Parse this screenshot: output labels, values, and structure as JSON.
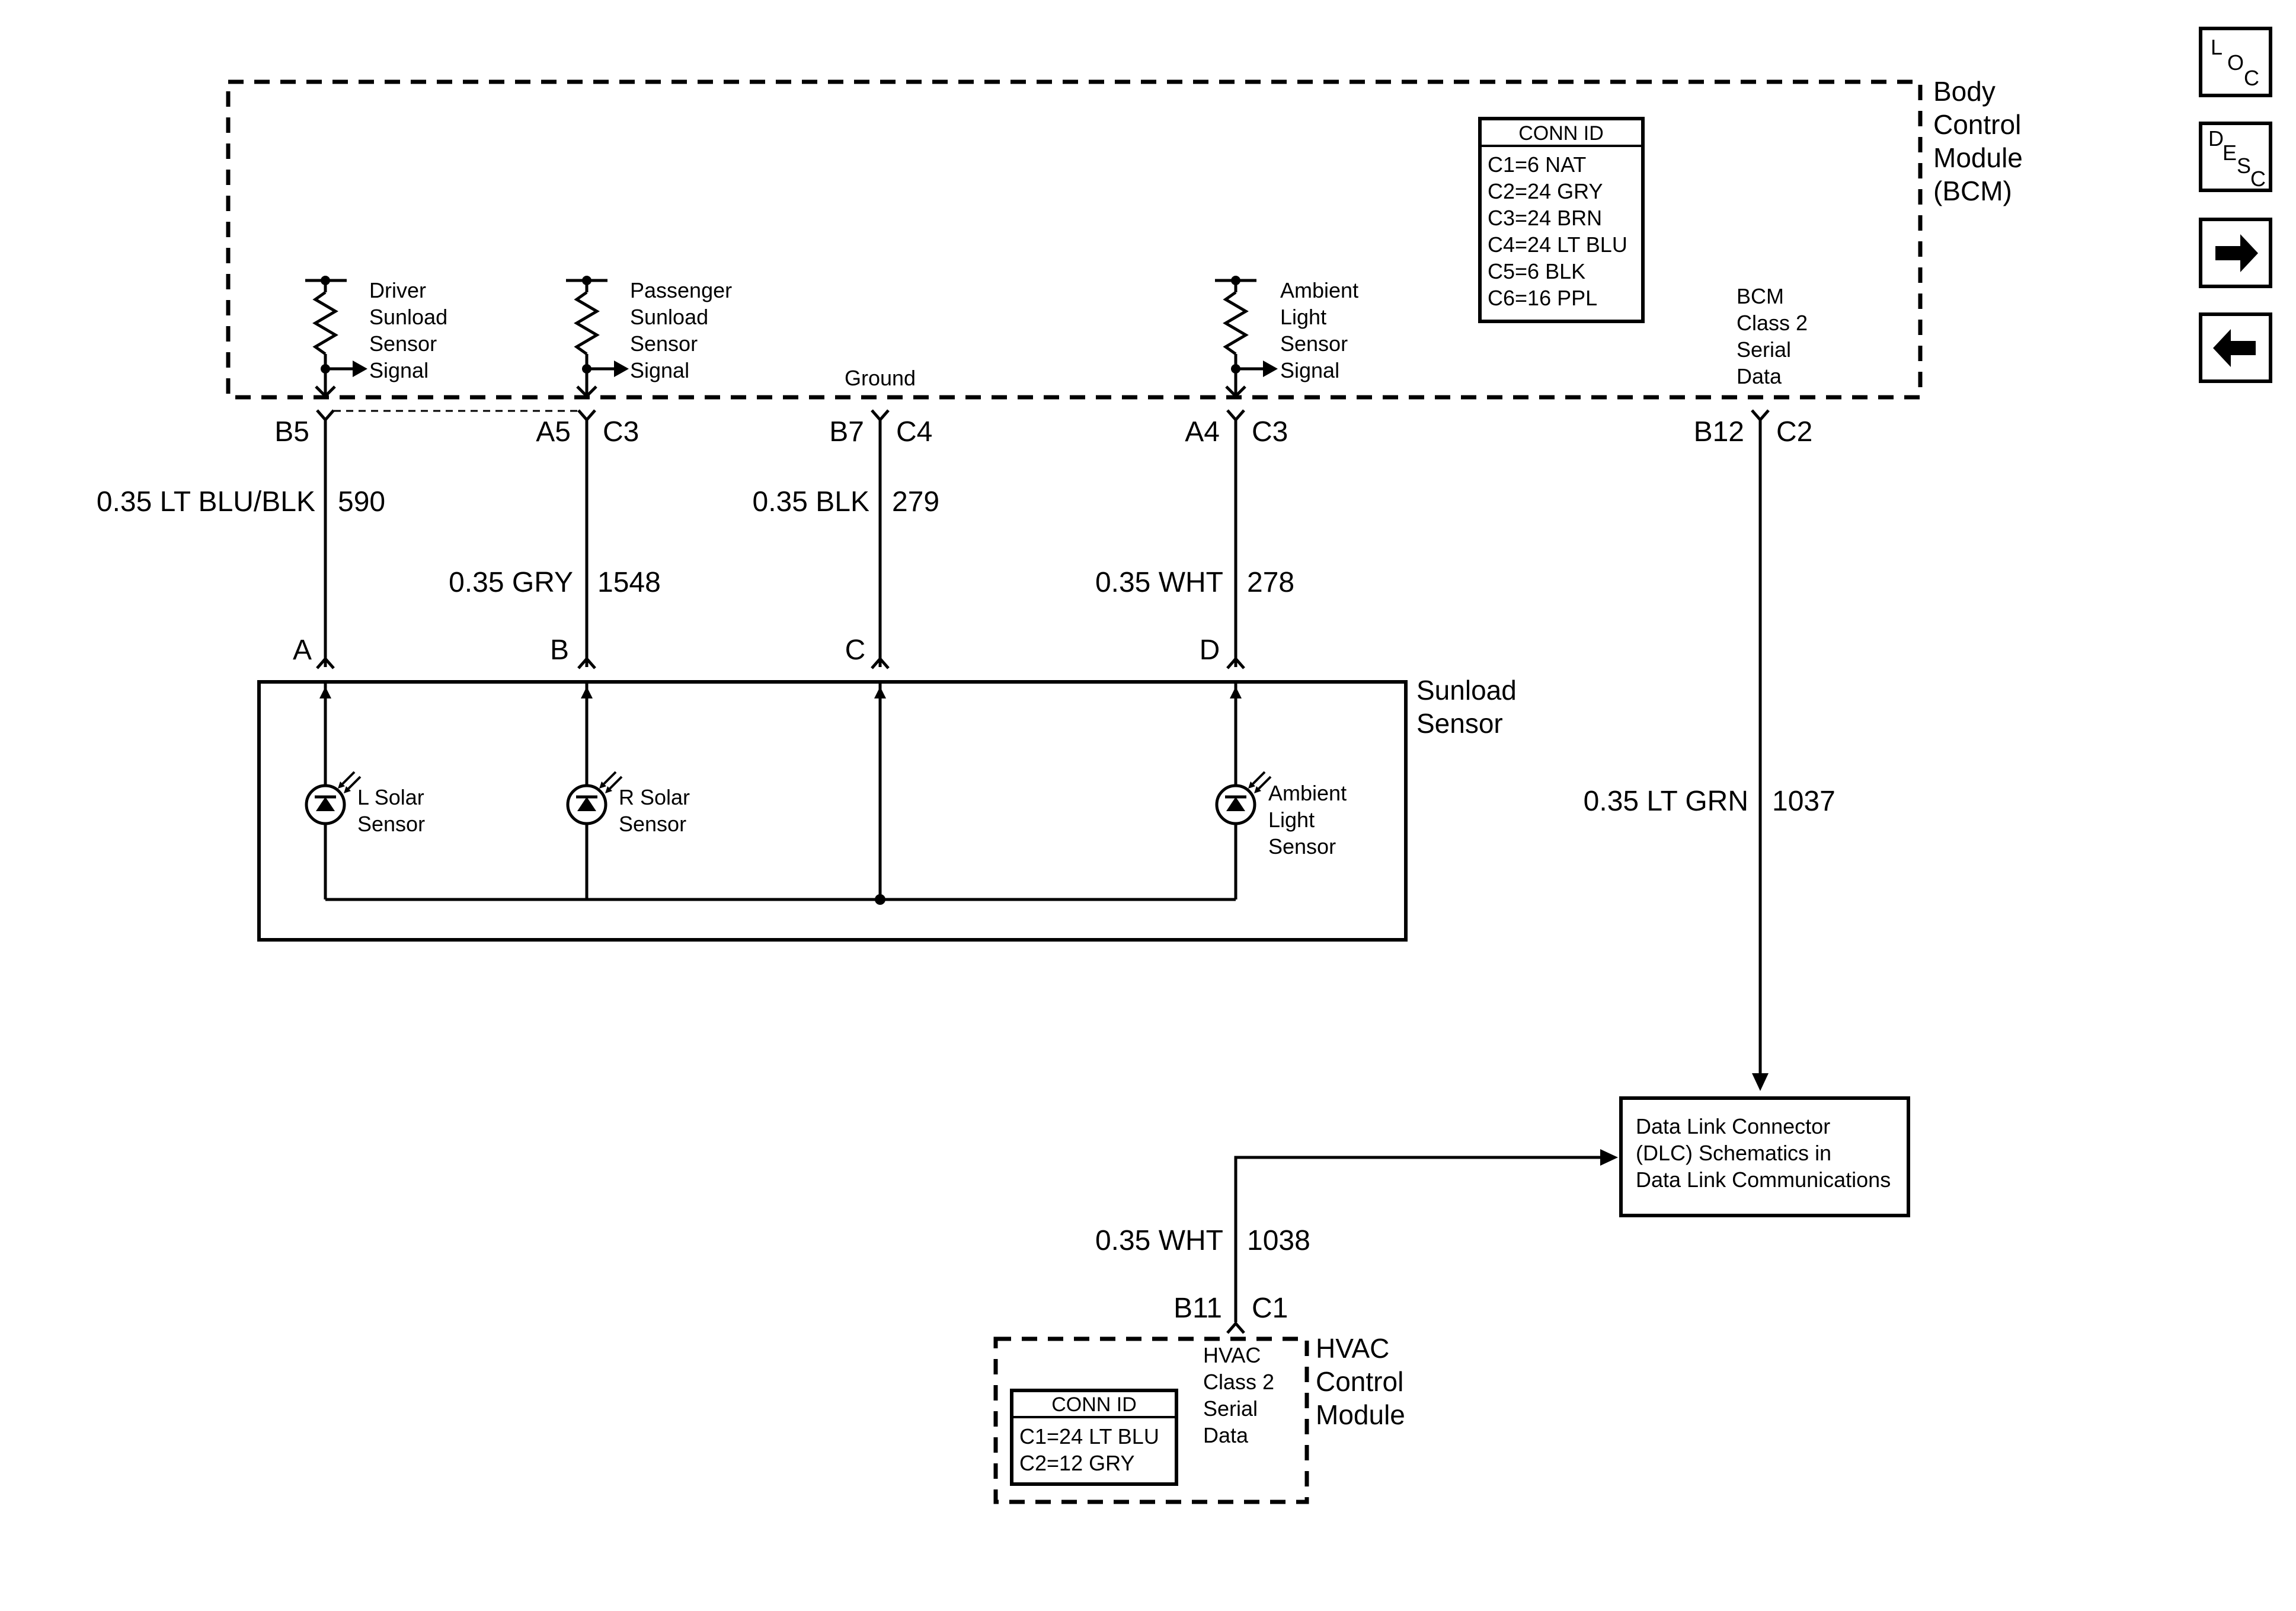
{
  "bcm": {
    "title": [
      "Body",
      "Control",
      "Module",
      "(BCM)"
    ],
    "conn_header": "CONN ID",
    "conn_rows": [
      "C1=6 NAT",
      "C2=24 GRY",
      "C3=24 BRN",
      "C4=24 LT BLU",
      "C5=6 BLK",
      "C6=16 PPL"
    ],
    "driver_signal": [
      "Driver",
      "Sunload",
      "Sensor",
      "Signal"
    ],
    "passenger_signal": [
      "Passenger",
      "Sunload",
      "Sensor",
      "Signal"
    ],
    "ground": "Ground",
    "ambient_signal": [
      "Ambient",
      "Light",
      "Sensor",
      "Signal"
    ],
    "class2": [
      "BCM",
      "Class 2",
      "Serial",
      "Data"
    ]
  },
  "pins": {
    "b5": "B5",
    "a5": "A5",
    "a5_conn": "C3",
    "b7": "B7",
    "b7_conn": "C4",
    "a4": "A4",
    "a4_conn": "C3",
    "b12": "B12",
    "b12_conn": "C2",
    "b11": "B11",
    "b11_conn": "C1"
  },
  "wires": {
    "w590_color": "0.35 LT BLU/BLK",
    "w590_circuit": "590",
    "w1548_color": "0.35 GRY",
    "w1548_circuit": "1548",
    "w279_color": "0.35 BLK",
    "w279_circuit": "279",
    "w278_color": "0.35 WHT",
    "w278_circuit": "278",
    "w1037_color": "0.35 LT GRN",
    "w1037_circuit": "1037",
    "w1038_color": "0.35 WHT",
    "w1038_circuit": "1038"
  },
  "sunload": {
    "title": [
      "Sunload",
      "Sensor"
    ],
    "terminal_a": "A",
    "terminal_b": "B",
    "terminal_c": "C",
    "terminal_d": "D",
    "l_solar": [
      "L Solar",
      "Sensor"
    ],
    "r_solar": [
      "R Solar",
      "Sensor"
    ],
    "ambient": [
      "Ambient",
      "Light",
      "Sensor"
    ]
  },
  "dlc": {
    "lines": [
      "Data Link Connector",
      "(DLC) Schematics in",
      "Data Link Communications"
    ]
  },
  "hvac": {
    "title": [
      "HVAC",
      "Control",
      "Module"
    ],
    "class2": [
      "HVAC",
      "Class 2",
      "Serial",
      "Data"
    ],
    "conn_header": "CONN ID",
    "conn_rows": [
      "C1=24 LT BLU",
      "C2=12 GRY"
    ]
  },
  "nav": {
    "loc": {
      "l": "L",
      "o": "O",
      "c": "C"
    },
    "desc": {
      "d": "D",
      "e": "E",
      "s": "S",
      "c": "C"
    },
    "forward_icon": "right-arrow",
    "back_icon": "left-arrow"
  }
}
